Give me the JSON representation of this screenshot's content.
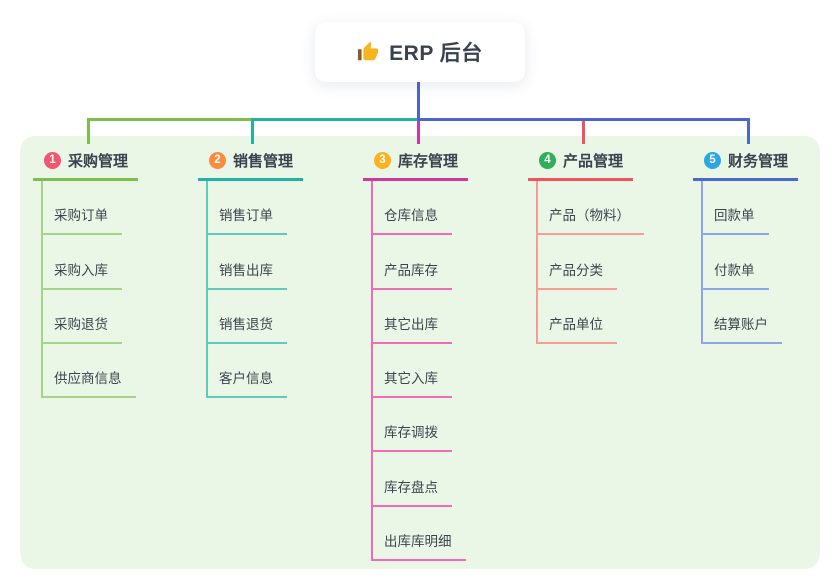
{
  "root": {
    "icon": "thumbs-up-icon",
    "label": "ERP 后台"
  },
  "colors": {
    "panel_bg": "#ebf7e6",
    "card_bg": "#ffffff",
    "root_line": "#4c64d0",
    "text": "#39424e",
    "child_text": "#3c454f"
  },
  "branches": [
    {
      "num": "1",
      "label": "采购管理",
      "color": "#7dbf4c",
      "child_line_color": "#a6d387",
      "badge_color": "#f4566e",
      "children": [
        "采购订单",
        "采购入库",
        "采购退货",
        "供应商信息"
      ]
    },
    {
      "num": "2",
      "label": "销售管理",
      "color": "#22b2a4",
      "child_line_color": "#62c9bd",
      "badge_color": "#fb8b3f",
      "children": [
        "销售订单",
        "销售出库",
        "销售退货",
        "客户信息"
      ]
    },
    {
      "num": "3",
      "label": "库存管理",
      "color": "#cf399f",
      "child_line_color": "#f06cb4",
      "badge_color": "#ffb01f",
      "children": [
        "仓库信息",
        "产品库存",
        "其它出库",
        "其它入库",
        "库存调拨",
        "库存盘点",
        "出库库明细"
      ]
    },
    {
      "num": "4",
      "label": "产品管理",
      "color": "#f2545e",
      "child_line_color": "#f79c98",
      "badge_color": "#2fb058",
      "children": [
        "产品（物料）",
        "产品分类",
        "产品单位"
      ]
    },
    {
      "num": "5",
      "label": "财务管理",
      "color": "#4a68d0",
      "child_line_color": "#90a5e5",
      "badge_color": "#2aa6e1",
      "children": [
        "回款单",
        "付款单",
        "结算账户"
      ]
    }
  ]
}
